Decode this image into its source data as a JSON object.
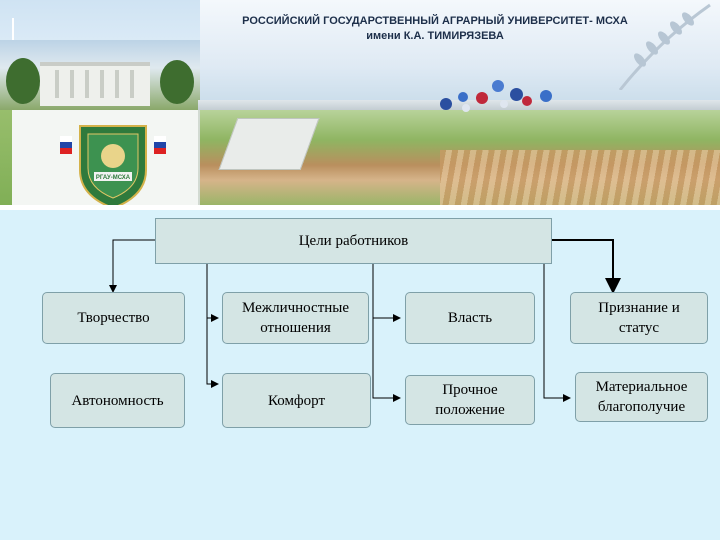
{
  "banner": {
    "university_name": "РОССИЙСКИЙ ГОСУДАРСТВЕННЫЙ АГРАРНЫЙ УНИВЕРСИТЕТ- МСХА",
    "university_sub": "имени К.А. ТИМИРЯЗЕВА",
    "logo_text": "РГАУ-МСХА"
  },
  "diagram": {
    "root": "Цели работников",
    "goals": [
      "Творчество",
      "Межличностные отношения",
      "Власть",
      "Признание и статус",
      "Автономность",
      "Комфорт",
      "Прочное положение",
      "Материальное благополучие"
    ]
  },
  "colors": {
    "background": "#d9f2fb",
    "box_fill": "#d4e5e4",
    "box_border": "#7fa0a8",
    "connector": "#000000"
  }
}
